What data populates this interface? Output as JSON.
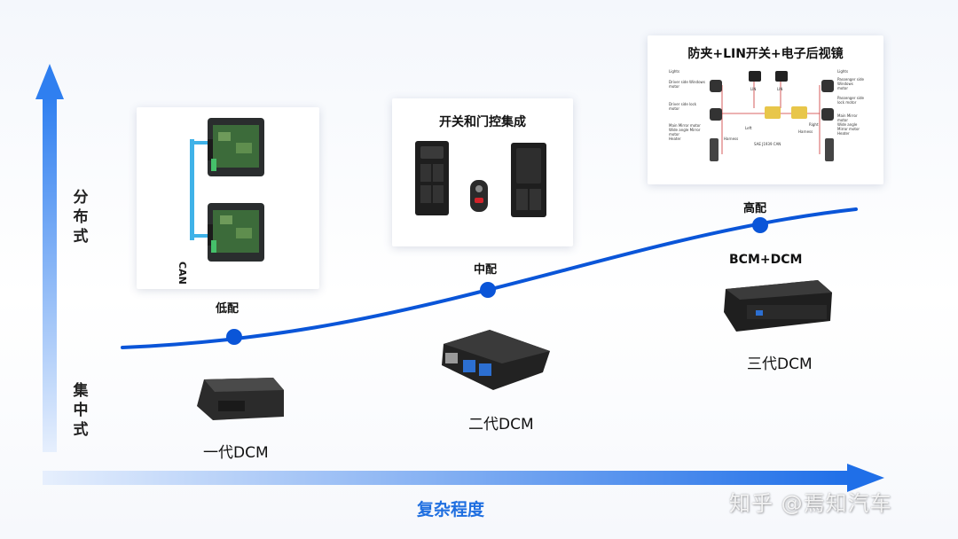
{
  "axes": {
    "y_top": [
      "分",
      "布",
      "式"
    ],
    "y_bottom": [
      "集",
      "中",
      "式"
    ],
    "x_label": "复杂程度"
  },
  "levels": {
    "low": "低配",
    "mid": "中配",
    "high": "高配"
  },
  "cards": {
    "low": {
      "bus_label": "CAN"
    },
    "mid": {
      "title": "开关和门控集成"
    },
    "high": {
      "title": "防夹+LIN开关+电子后视镜",
      "left_items": [
        "Lights",
        "Driver side Windows motor",
        "Driver side lock motor",
        "Main Mirror motor",
        "Wide angle Mirror motor",
        "Heater"
      ],
      "right_items": [
        "Lights",
        "Passenger side Windows motor",
        "Passenger side lock motor",
        "Main Mirror motor",
        "Wide angle Mirror motor",
        "Heater"
      ],
      "tags": [
        "LIN",
        "LIN",
        "Left",
        "Right",
        "Harness",
        "Harness",
        "SAE J1939 CAN"
      ]
    }
  },
  "generations": {
    "gen1": "一代DCM",
    "gen2": "二代DCM",
    "gen3": "三代DCM",
    "gen3_sub": "BCM+DCM"
  },
  "watermark": "知乎 @焉知汽车",
  "colors": {
    "axis": "#2f7ff0",
    "curve": "#0a55d8",
    "x_label": "#1f6fe0"
  }
}
